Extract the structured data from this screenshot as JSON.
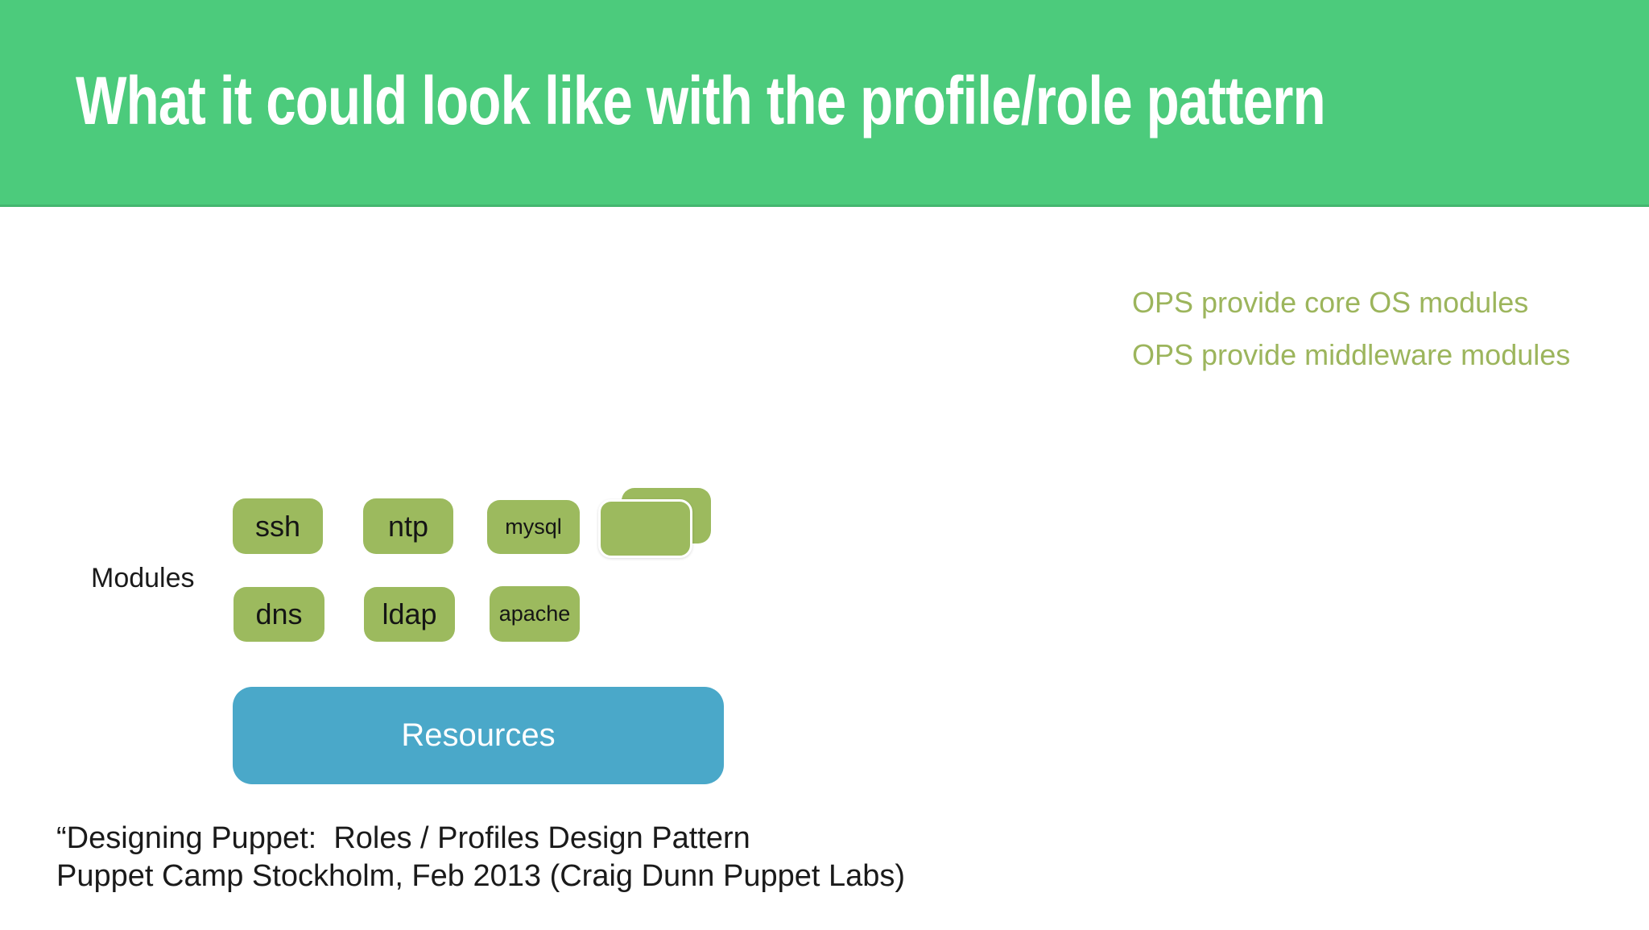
{
  "slide": {
    "title": "What it could look like with the profile/role pattern"
  },
  "annotations": {
    "items": [
      {
        "text": "OPS provide core OS modules"
      },
      {
        "text": "OPS provide middleware modules"
      }
    ]
  },
  "diagram": {
    "modules_label": "Modules",
    "modules": [
      {
        "id": "ssh",
        "label": "ssh"
      },
      {
        "id": "ntp",
        "label": "ntp"
      },
      {
        "id": "mysql",
        "label": "mysql"
      },
      {
        "id": "dns",
        "label": "dns"
      },
      {
        "id": "ldap",
        "label": "ldap"
      },
      {
        "id": "apache",
        "label": "apache"
      }
    ],
    "placeholder_stack": {
      "count": 2,
      "label": ""
    },
    "resources_label": "Resources"
  },
  "citation": {
    "line1": "“Designing Puppet:  Roles / Profiles Design Pattern",
    "line2": "Puppet Camp Stockholm, Feb 2013 (Craig Dunn Puppet Labs)"
  },
  "colors": {
    "banner_green": "#4ccb7c",
    "module_green": "#9cba5e",
    "annotation_green": "#9cb55c",
    "resources_blue": "#4aa8c9",
    "title_white": "#ffffff",
    "body_text": "#1a1a1a"
  }
}
